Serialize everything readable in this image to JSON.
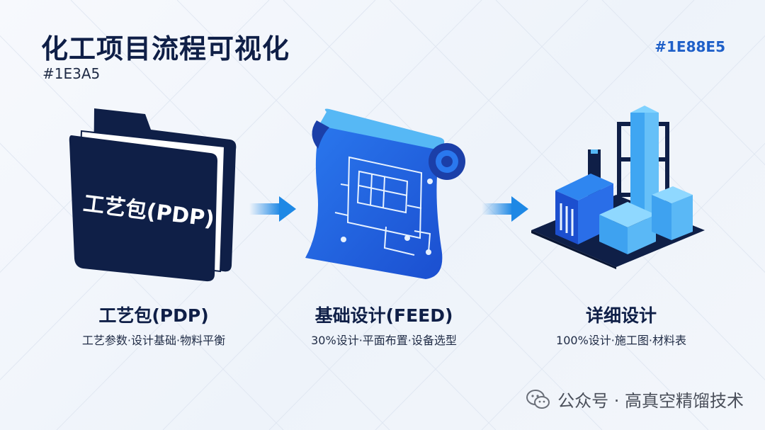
{
  "header": {
    "title": "化工项目流程可视化",
    "subtitle_code": "#1E3A5",
    "accent_code": "#1E88E5"
  },
  "stages": [
    {
      "icon": "folder-icon",
      "icon_label": "工艺包(PDP)",
      "title": "工艺包(PDP)",
      "description": "工艺参数·设计基础·物料平衡"
    },
    {
      "icon": "blueprint-scroll-icon",
      "title": "基础设计(FEED)",
      "description": "30%设计·平面布置·设备选型"
    },
    {
      "icon": "isometric-plant-icon",
      "title": "详细设计",
      "description": "100%设计·施工图·材料表"
    }
  ],
  "footer": {
    "icon": "wechat-icon",
    "text": "公众号 · 高真空精馏技术"
  },
  "colors": {
    "navy": "#0f1f47",
    "blue": "#1e5fc8",
    "light_blue": "#4fb7f5",
    "arrow": "#1e88e5"
  }
}
